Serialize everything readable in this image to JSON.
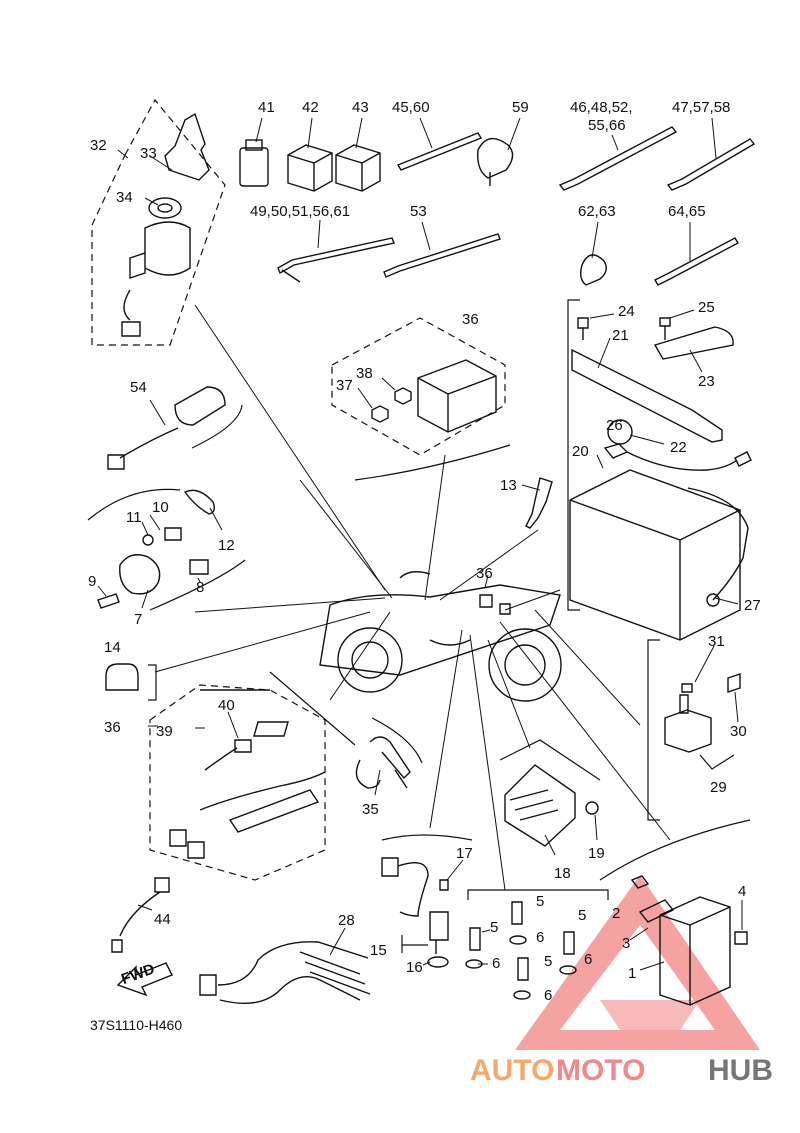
{
  "diagram_code": "37S1110-H460",
  "fwd_label": "FWD",
  "watermark": {
    "part1": "AUTO",
    "part2": "MOTO",
    "part3": "HUB",
    "color1": "#f5a86a",
    "color2": "#f08a8a",
    "color3": "#777777",
    "triangle_color": "#f28b8b"
  },
  "labels": [
    {
      "id": "l41",
      "text": "41"
    },
    {
      "id": "l42",
      "text": "42"
    },
    {
      "id": "l43",
      "text": "43"
    },
    {
      "id": "l4560",
      "text": "45,60"
    },
    {
      "id": "l59",
      "text": "59"
    },
    {
      "id": "l464852",
      "text": "46,48,52,"
    },
    {
      "id": "l5566",
      "text": "55,66"
    },
    {
      "id": "l475758",
      "text": "47,57,58"
    },
    {
      "id": "l32",
      "text": "32"
    },
    {
      "id": "l33",
      "text": "33"
    },
    {
      "id": "l34",
      "text": "34"
    },
    {
      "id": "l4961",
      "text": "49,50,51,56,61"
    },
    {
      "id": "l53",
      "text": "53"
    },
    {
      "id": "l6263",
      "text": "62,63"
    },
    {
      "id": "l6465",
      "text": "64,65"
    },
    {
      "id": "l24",
      "text": "24"
    },
    {
      "id": "l25",
      "text": "25"
    },
    {
      "id": "l21",
      "text": "21"
    },
    {
      "id": "l23",
      "text": "23"
    },
    {
      "id": "l36a",
      "text": "36"
    },
    {
      "id": "l38",
      "text": "38"
    },
    {
      "id": "l37",
      "text": "37"
    },
    {
      "id": "l54",
      "text": "54"
    },
    {
      "id": "l26",
      "text": "26"
    },
    {
      "id": "l22",
      "text": "22"
    },
    {
      "id": "l20",
      "text": "20"
    },
    {
      "id": "l13",
      "text": "13"
    },
    {
      "id": "l10",
      "text": "10"
    },
    {
      "id": "l11",
      "text": "11"
    },
    {
      "id": "l12",
      "text": "12"
    },
    {
      "id": "l9",
      "text": "9"
    },
    {
      "id": "l8",
      "text": "8"
    },
    {
      "id": "l7",
      "text": "7"
    },
    {
      "id": "l36b",
      "text": "36"
    },
    {
      "id": "l27",
      "text": "27"
    },
    {
      "id": "l14",
      "text": "14"
    },
    {
      "id": "l31",
      "text": "31"
    },
    {
      "id": "l40",
      "text": "40"
    },
    {
      "id": "l36c",
      "text": "36"
    },
    {
      "id": "l39",
      "text": "39"
    },
    {
      "id": "l30",
      "text": "30"
    },
    {
      "id": "l29",
      "text": "29"
    },
    {
      "id": "l35",
      "text": "35"
    },
    {
      "id": "l19",
      "text": "19"
    },
    {
      "id": "l18",
      "text": "18"
    },
    {
      "id": "l17",
      "text": "17"
    },
    {
      "id": "l44",
      "text": "44"
    },
    {
      "id": "l4",
      "text": "4"
    },
    {
      "id": "l28",
      "text": "28"
    },
    {
      "id": "l5a",
      "text": "5"
    },
    {
      "id": "l5b",
      "text": "5"
    },
    {
      "id": "l2",
      "text": "2"
    },
    {
      "id": "l6a",
      "text": "6"
    },
    {
      "id": "l3",
      "text": "3"
    },
    {
      "id": "l15",
      "text": "15"
    },
    {
      "id": "l6b",
      "text": "6"
    },
    {
      "id": "l16",
      "text": "16"
    },
    {
      "id": "l5c",
      "text": "5"
    },
    {
      "id": "l5d",
      "text": "5"
    },
    {
      "id": "l6c",
      "text": "6"
    },
    {
      "id": "l1",
      "text": "1"
    },
    {
      "id": "l6d",
      "text": "6"
    }
  ]
}
